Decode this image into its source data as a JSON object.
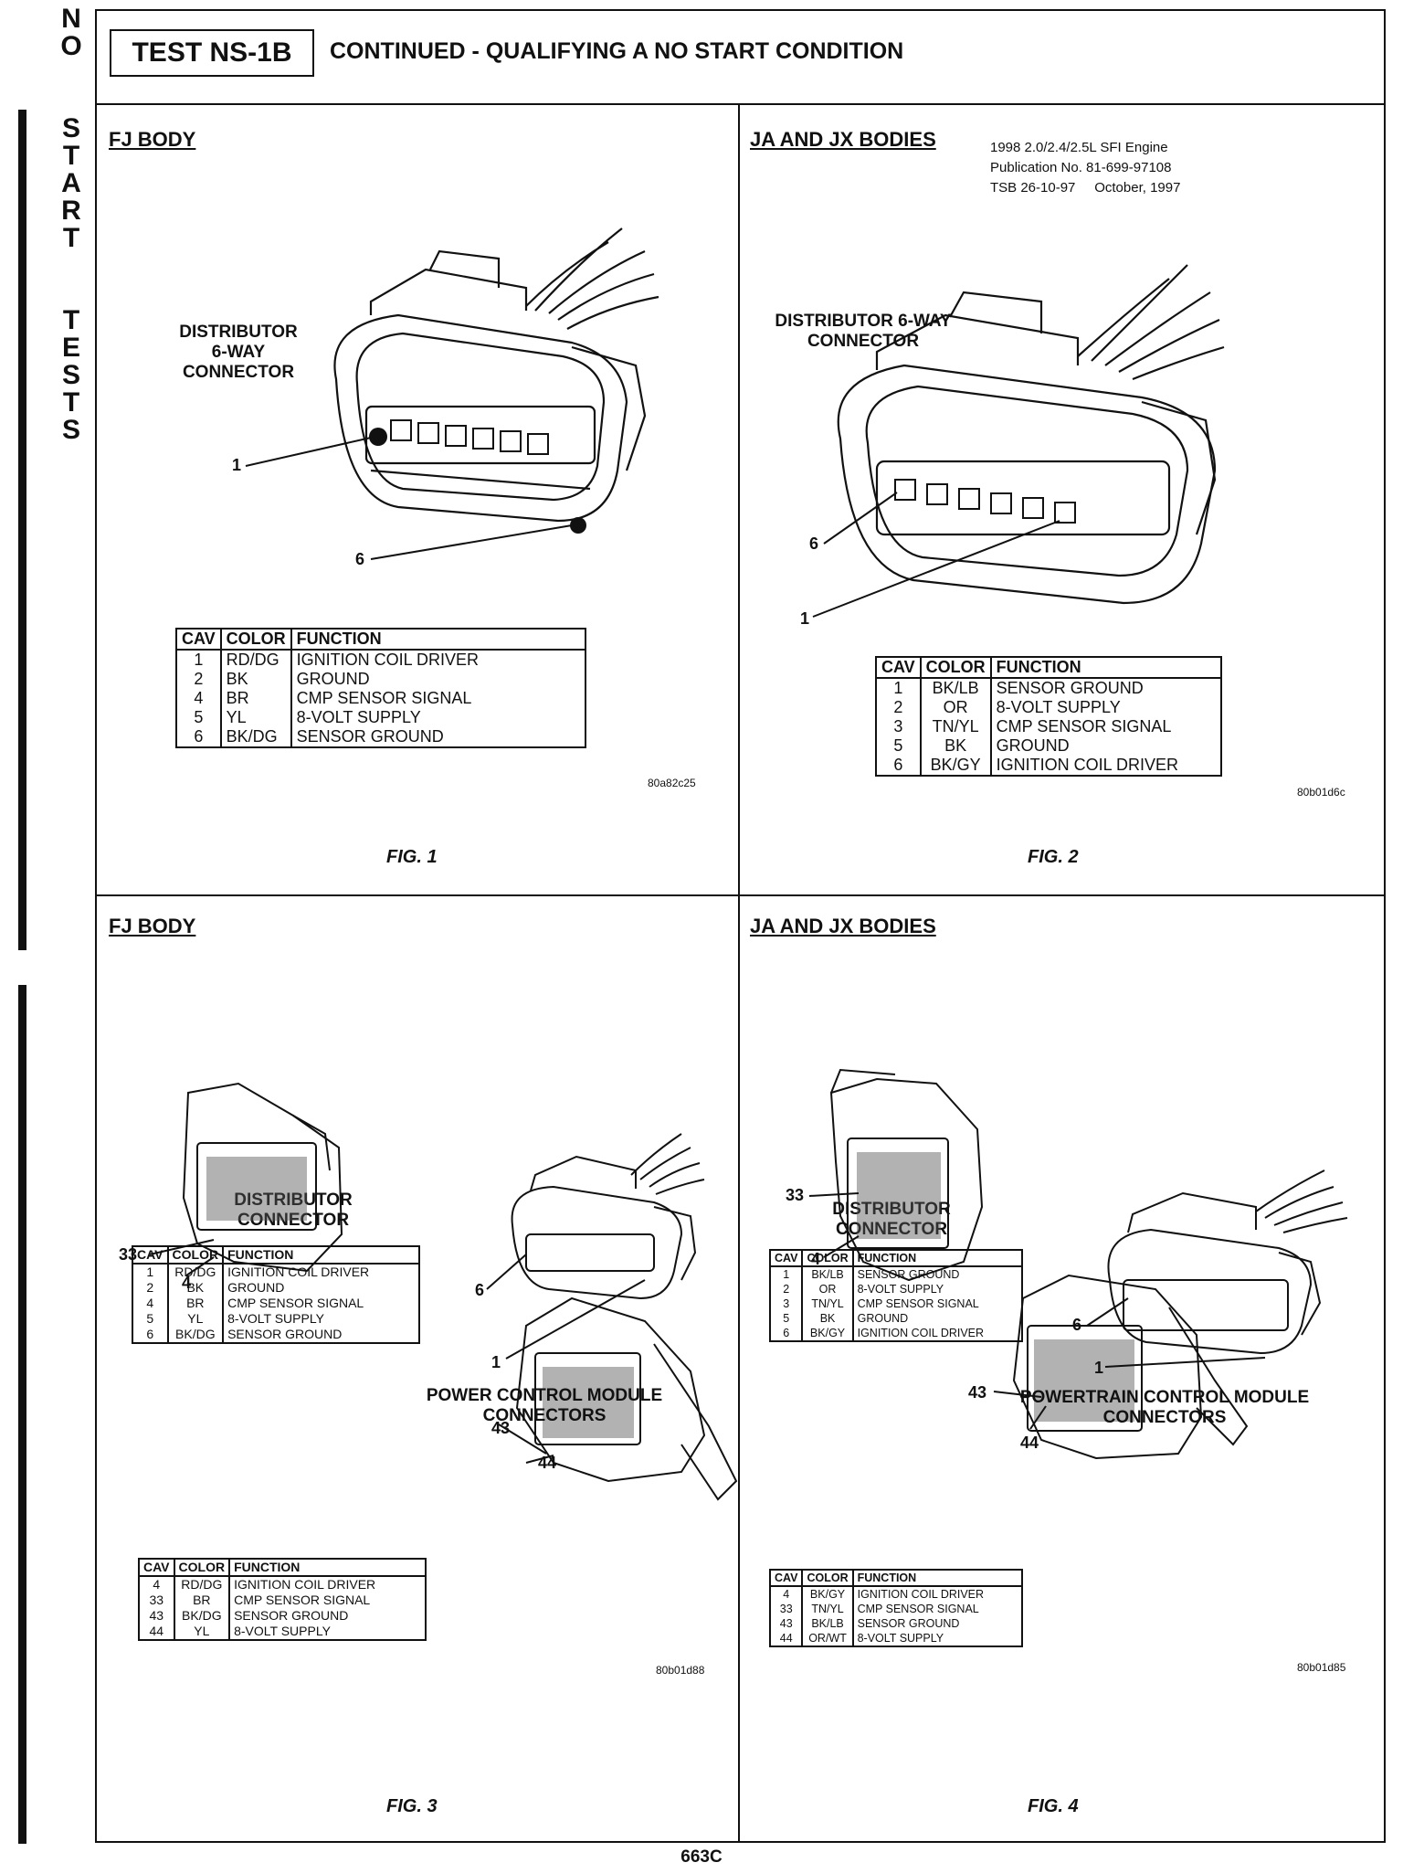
{
  "side_title": {
    "word1": [
      "N",
      "O"
    ],
    "word2": [
      "S",
      "T",
      "A",
      "R",
      "T"
    ],
    "word3": [
      "T",
      "E",
      "S",
      "T",
      "S"
    ]
  },
  "header": {
    "test_id": "TEST NS-1B",
    "title": "CONTINUED - QUALIFYING A NO START CONDITION"
  },
  "table_header": {
    "cav": "CAV",
    "color": "COLOR",
    "function": "FUNCTION"
  },
  "fig1": {
    "title": "FJ BODY",
    "connector_label": [
      "DISTRIBUTOR",
      "6-WAY",
      "CONNECTOR"
    ],
    "pin_labels": [
      "1",
      "6"
    ],
    "rows": [
      {
        "cav": "1",
        "color": "RD/DG",
        "function": "IGNITION COIL DRIVER"
      },
      {
        "cav": "2",
        "color": "BK",
        "function": "GROUND"
      },
      {
        "cav": "4",
        "color": "BR",
        "function": "CMP SENSOR SIGNAL"
      },
      {
        "cav": "5",
        "color": "YL",
        "function": "8-VOLT SUPPLY"
      },
      {
        "cav": "6",
        "color": "BK/DG",
        "function": "SENSOR GROUND"
      }
    ],
    "code": "80a82c25",
    "caption": "FIG. 1"
  },
  "fig2": {
    "title": "JA AND JX BODIES",
    "pub_lines": [
      "1998 2.0/2.4/2.5L SFI Engine",
      "Publication No. 81-699-97108",
      "TSB 26-10-97     October, 1997"
    ],
    "connector_label": [
      "DISTRIBUTOR 6-WAY",
      "CONNECTOR"
    ],
    "pin_labels": [
      "6",
      "1"
    ],
    "rows": [
      {
        "cav": "1",
        "color": "BK/LB",
        "function": "SENSOR GROUND"
      },
      {
        "cav": "2",
        "color": "OR",
        "function": "8-VOLT SUPPLY"
      },
      {
        "cav": "3",
        "color": "TN/YL",
        "function": "CMP SENSOR SIGNAL"
      },
      {
        "cav": "5",
        "color": "BK",
        "function": "GROUND"
      },
      {
        "cav": "6",
        "color": "BK/GY",
        "function": "IGNITION COIL DRIVER"
      }
    ],
    "code": "80b01d6c",
    "caption": "FIG. 2"
  },
  "fig3": {
    "title": "FJ BODY",
    "dist_label": [
      "DISTRIBUTOR",
      "CONNECTOR"
    ],
    "dist_rows": [
      {
        "cav": "1",
        "color": "RD/DG",
        "function": "IGNITION COIL DRIVER"
      },
      {
        "cav": "2",
        "color": "BK",
        "function": "GROUND"
      },
      {
        "cav": "4",
        "color": "BR",
        "function": "CMP SENSOR SIGNAL"
      },
      {
        "cav": "5",
        "color": "YL",
        "function": "8-VOLT SUPPLY"
      },
      {
        "cav": "6",
        "color": "BK/DG",
        "function": "SENSOR GROUND"
      }
    ],
    "module_label": [
      "POWER CONTROL MODULE",
      "CONNECTORS"
    ],
    "pin_labels": [
      "6",
      "1",
      "33",
      "4",
      "43",
      "44"
    ],
    "pcm_rows": [
      {
        "cav": "4",
        "color": "RD/DG",
        "function": "IGNITION COIL DRIVER"
      },
      {
        "cav": "33",
        "color": "BR",
        "function": "CMP SENSOR SIGNAL"
      },
      {
        "cav": "43",
        "color": "BK/DG",
        "function": "SENSOR GROUND"
      },
      {
        "cav": "44",
        "color": "YL",
        "function": "8-VOLT SUPPLY"
      }
    ],
    "code": "80b01d88",
    "caption": "FIG. 3"
  },
  "fig4": {
    "title": "JA AND JX BODIES",
    "dist_label": [
      "DISTRIBUTOR",
      "CONNECTOR"
    ],
    "dist_rows": [
      {
        "cav": "1",
        "color": "BK/LB",
        "function": "SENSOR GROUND"
      },
      {
        "cav": "2",
        "color": "OR",
        "function": "8-VOLT SUPPLY"
      },
      {
        "cav": "3",
        "color": "TN/YL",
        "function": "CMP SENSOR SIGNAL"
      },
      {
        "cav": "5",
        "color": "BK",
        "function": "GROUND"
      },
      {
        "cav": "6",
        "color": "BK/GY",
        "function": "IGNITION COIL DRIVER"
      }
    ],
    "module_label": [
      "POWERTRAIN CONTROL MODULE",
      "CONNECTORS"
    ],
    "pin_labels": [
      "6",
      "1",
      "33",
      "4",
      "43",
      "44"
    ],
    "pcm_rows": [
      {
        "cav": "4",
        "color": "BK/GY",
        "function": "IGNITION COIL DRIVER"
      },
      {
        "cav": "33",
        "color": "TN/YL",
        "function": "CMP SENSOR SIGNAL"
      },
      {
        "cav": "43",
        "color": "BK/LB",
        "function": "SENSOR GROUND"
      },
      {
        "cav": "44",
        "color": "OR/WT",
        "function": "8-VOLT SUPPLY"
      }
    ],
    "code": "80b01d85",
    "caption": "FIG. 4"
  },
  "page_number": "663C"
}
